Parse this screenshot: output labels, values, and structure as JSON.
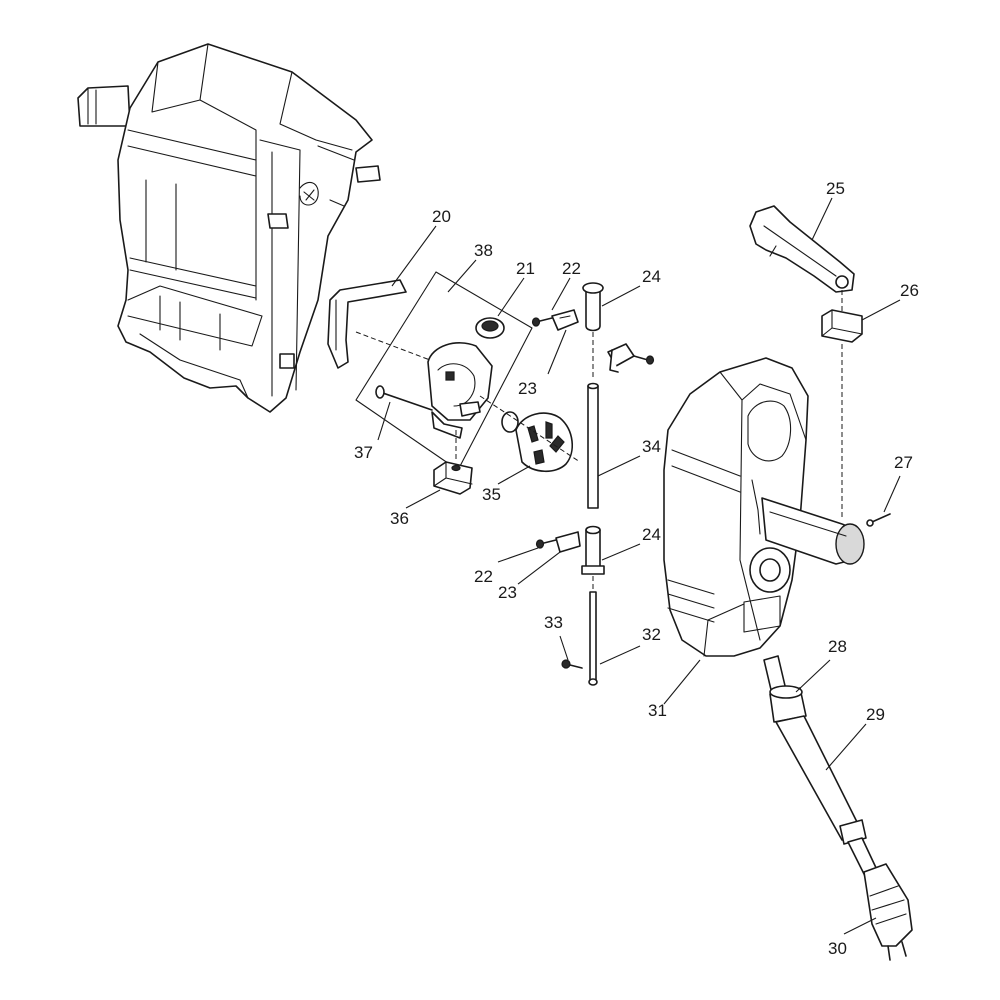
{
  "parts": [
    {
      "id": "p20",
      "number": "20"
    },
    {
      "id": "p38",
      "number": "38"
    },
    {
      "id": "p21",
      "number": "21"
    },
    {
      "id": "p22a",
      "number": "22"
    },
    {
      "id": "p24a",
      "number": "24"
    },
    {
      "id": "p25",
      "number": "25"
    },
    {
      "id": "p26",
      "number": "26"
    },
    {
      "id": "p23a",
      "number": "23"
    },
    {
      "id": "p37",
      "number": "37"
    },
    {
      "id": "p34",
      "number": "34"
    },
    {
      "id": "p27",
      "number": "27"
    },
    {
      "id": "p35",
      "number": "35"
    },
    {
      "id": "p36",
      "number": "36"
    },
    {
      "id": "p24b",
      "number": "24"
    },
    {
      "id": "p22b",
      "number": "22"
    },
    {
      "id": "p23b",
      "number": "23"
    },
    {
      "id": "p33",
      "number": "33"
    },
    {
      "id": "p32",
      "number": "32"
    },
    {
      "id": "p28",
      "number": "28"
    },
    {
      "id": "p31",
      "number": "31"
    },
    {
      "id": "p29",
      "number": "29"
    },
    {
      "id": "p30",
      "number": "30"
    }
  ]
}
